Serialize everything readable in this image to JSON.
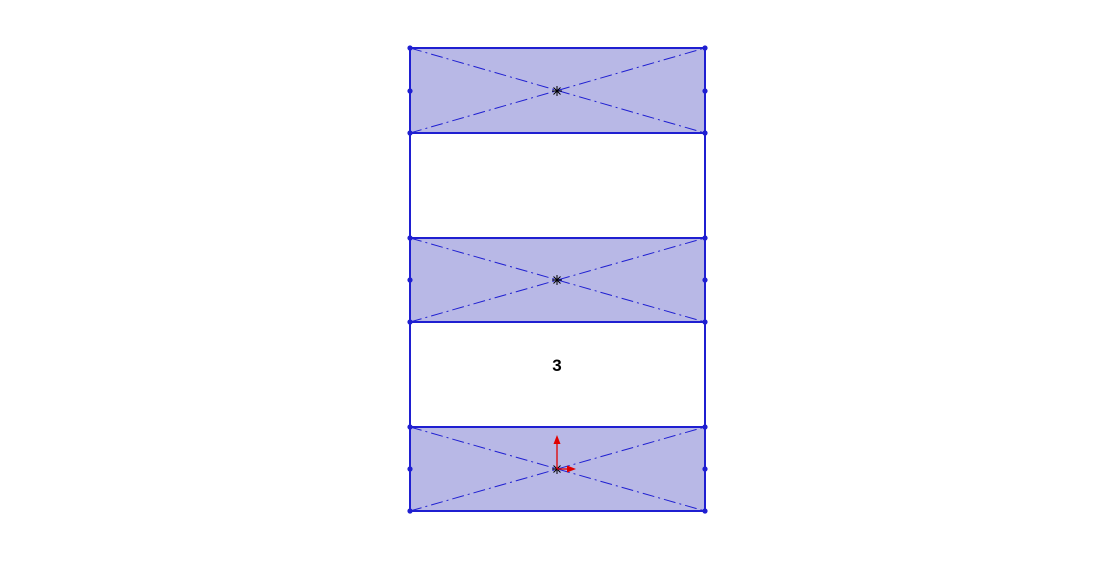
{
  "sketch": {
    "label": "3",
    "colors": {
      "line": "#1f1fd1",
      "fill": "#b8b8e6",
      "origin_axis": "#e00000",
      "center_mark": "#000000",
      "background": "#ffffff"
    },
    "shaded_rectangles": [
      {
        "name": "top"
      },
      {
        "name": "middle"
      },
      {
        "name": "bottom"
      }
    ],
    "open_gaps": [
      {
        "name": "upper-gap"
      },
      {
        "name": "lower-gap"
      }
    ]
  }
}
